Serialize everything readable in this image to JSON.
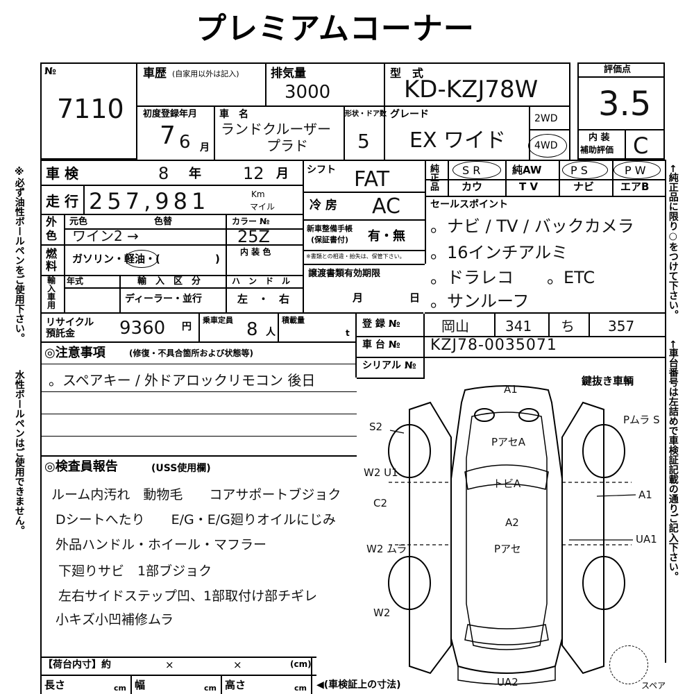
{
  "title": "プレミアムコーナー",
  "lot": {
    "mark": "№",
    "number": "7110"
  },
  "history": {
    "label": "車歴",
    "note": "(自家用以外は記入)"
  },
  "displacement": {
    "label": "排気量",
    "value": "3000"
  },
  "model": {
    "label": "型　式",
    "value": "KD-KZJ78W"
  },
  "rating": {
    "label": "評価点",
    "score": "3.5",
    "interior_label_1": "内 装",
    "interior_label_2": "補助評価",
    "interior": "C"
  },
  "first_reg": {
    "label": "初度登録年月",
    "year": "7",
    "month": "6",
    "month_unit": "月"
  },
  "car_name": {
    "label": "車　名",
    "line1": "ランドクルーザー",
    "line2": "プラド"
  },
  "shape": {
    "label": "形状・ドア数",
    "value": "5"
  },
  "grade": {
    "label": "グレード",
    "value": "EX ワイド"
  },
  "drive": {
    "opt1": "2WD",
    "opt2": "4WD"
  },
  "inspection": {
    "label": "車 検",
    "year": "8",
    "year_unit": "年",
    "month": "12",
    "month_unit": "月"
  },
  "mileage": {
    "label": "走 行",
    "value": "257,981",
    "unit_km": "Km",
    "unit_mile": "マイル"
  },
  "shift": {
    "label": "シフト",
    "value": "FAT"
  },
  "ac": {
    "label": "冷 房",
    "value": "AC"
  },
  "color": {
    "label1": "外",
    "label2": "色",
    "orig_label": "元色",
    "change_label": "色替",
    "orig_value": "ワイン2 →",
    "code_label": "カラー №",
    "code_value": "25Z",
    "interior_label": "内 装 色"
  },
  "fuel": {
    "label1": "燃",
    "label2": "料",
    "options": "ガソリン・軽油・(",
    "close": ")",
    "selected": "軽油"
  },
  "manual": {
    "label1": "新車整備手帳",
    "label2": "(保証書付)",
    "value": "有・無",
    "note": "※書類との相違・紛失は、保管下さい。"
  },
  "import": {
    "label1": "輸",
    "label2": "入",
    "label3": "車",
    "label4": "用",
    "year_label": "年式",
    "class_label": "輸　入　区　分",
    "class_value": "ディーラー・並行",
    "handle_label": "ハ　ン　ド　ル",
    "handle_value": "左　・　右"
  },
  "transfer": {
    "label": "譲渡書類有効期限",
    "month": "月",
    "day": "日"
  },
  "equipment": {
    "label": "純正品",
    "items": [
      "S R",
      "純AW",
      "P S",
      "P W",
      "カウ",
      "T V",
      "ナビ",
      "エアB"
    ]
  },
  "sales_points": {
    "label": "セールスポイント",
    "line1": "。ナビ / TV / バックカメラ",
    "line2": "。16インチアルミ",
    "line3": "。ドラレコ　　。ETC",
    "line4": "。サンルーフ"
  },
  "recycle": {
    "label1": "リサイクル",
    "label2": "預託金",
    "value": "9360",
    "unit": "円"
  },
  "capacity": {
    "label": "乗車定員",
    "value": "8",
    "unit": "人"
  },
  "load": {
    "label": "積載量",
    "unit": "t"
  },
  "registration": {
    "label": "登 録 №",
    "region": "岡山",
    "class": "341",
    "kana": "ち",
    "number": "357"
  },
  "chassis": {
    "label": "車 台 №",
    "value": "KZJ78-0035071"
  },
  "serial": {
    "label": "シリアル №"
  },
  "caution": {
    "label": "◎注意事項",
    "note": "(修復・不具合箇所および状態等)",
    "line1": "。スペアキー / 外ドアロックリモコン 後日"
  },
  "inspector": {
    "label": "◎検査員報告",
    "note": "(USS使用欄)",
    "lines": [
      "ルーム内汚れ　動物毛　　コアサポートブジョク",
      "Dシートへたり　　E/G・E/G廻りオイルにじみ",
      "外品ハンドル・ホイール・マフラー",
      "下廻りサビ　1部ブジョク",
      "左右サイドステップ凹、1部取付け部チギレ",
      "小キズ小凹補修ムラ"
    ]
  },
  "diagram": {
    "title": "鍵抜き車輌",
    "marks": [
      "A1",
      "S2",
      "Pムラ S",
      "PアセA",
      "W2 U1",
      "C2",
      "トビA",
      "A1",
      "A2",
      "Pアセ",
      "UA1",
      "W2 ムラ",
      "W2",
      "UA2",
      "スペア"
    ]
  },
  "cargo": {
    "label": "【荷台内寸】約",
    "x1": "×",
    "x2": "×",
    "cm": "(cm)",
    "length": "長さ",
    "width": "幅",
    "height": "高さ",
    "unit": "cm",
    "note": "◀(車検証上の寸法)"
  },
  "side_left": {
    "text1": "※必ず油性ボールペンをご使用下さい。",
    "text2": "水性ボールペンはご使用できません。"
  },
  "side_right": {
    "text1": "←純正品に限り○をつけて下さい。",
    "text2": "←車台番号は左詰めで車検証記載の通りご記入下さい。"
  }
}
